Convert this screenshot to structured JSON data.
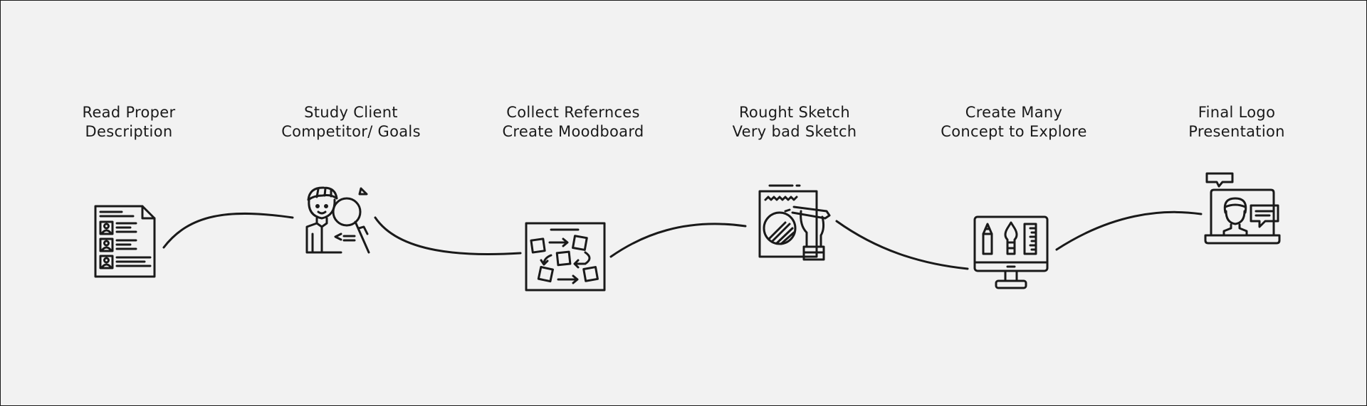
{
  "diagram": {
    "steps": [
      {
        "id": "read-description",
        "line1": "Read Proper",
        "line2": "Description",
        "icon": "document-profiles-icon"
      },
      {
        "id": "study-client",
        "line1": "Study Client",
        "line2": "Competitor/ Goals",
        "icon": "person-magnifier-icon"
      },
      {
        "id": "collect-references",
        "line1": "Collect Refernces",
        "line2": "Create Moodboard",
        "icon": "moodboard-icon"
      },
      {
        "id": "rough-sketch",
        "line1": "Rought Sketch",
        "line2": "Very bad Sketch",
        "icon": "hand-sketch-icon"
      },
      {
        "id": "create-concepts",
        "line1": "Create Many",
        "line2": "Concept to Explore",
        "icon": "monitor-art-tools-icon"
      },
      {
        "id": "final-presentation",
        "line1": "Final Logo",
        "line2": "Presentation",
        "icon": "laptop-presentation-icon"
      }
    ],
    "colors": {
      "background": "#f2f2f2",
      "ink": "#1a1a1a",
      "border": "#1a1a1a"
    }
  }
}
